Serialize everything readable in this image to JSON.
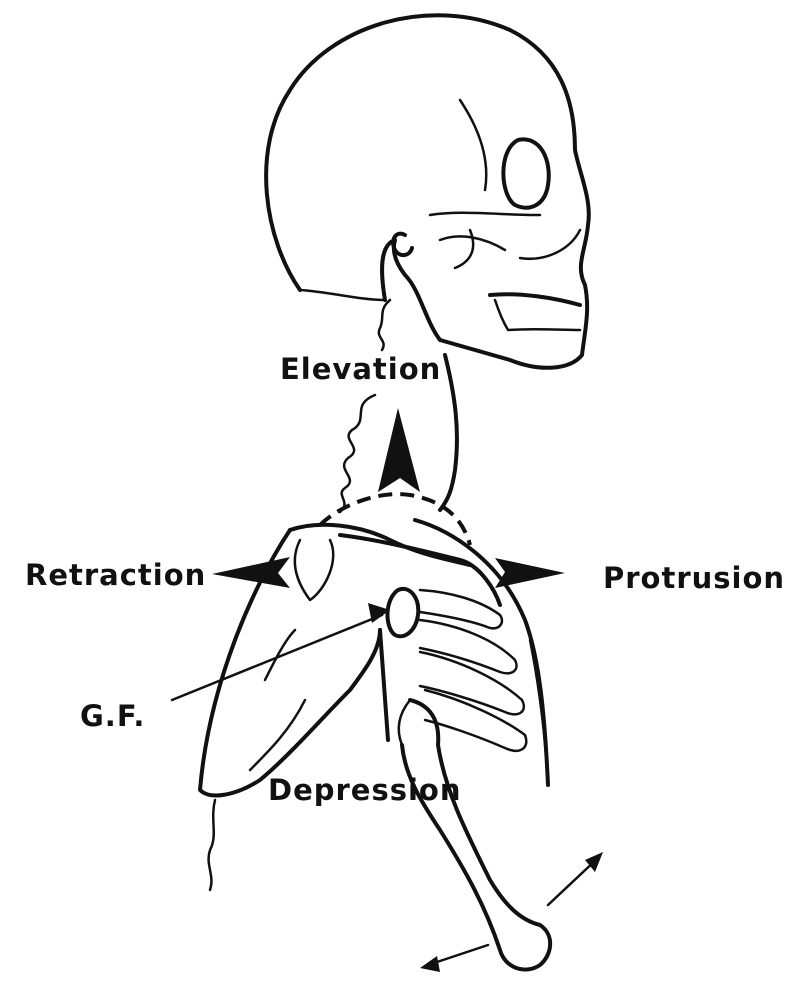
{
  "figure": {
    "labels": {
      "elevation": "Elevation",
      "retraction": "Retraction",
      "protrusion": "Protrusion",
      "gf": "G.F.",
      "depression": "Depression"
    },
    "colors": {
      "ink": "#111111",
      "paper": "#ffffff"
    }
  }
}
